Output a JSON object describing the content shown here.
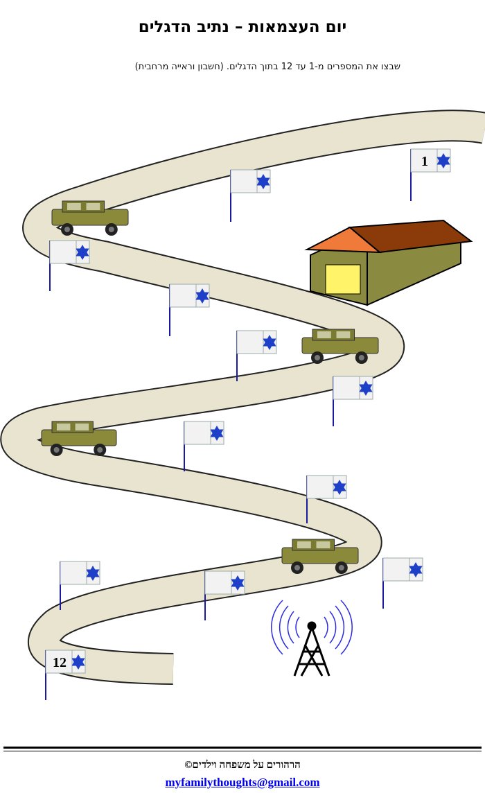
{
  "title": "יום העצמאות – נתיב הדגלים",
  "instructions": "שבצו את המספרים מ-1 עד 12 בתוך הדגלים.  (חשבון וראייה מרחבית)",
  "flags": [
    {
      "label": "1"
    },
    {
      "label": ""
    },
    {
      "label": ""
    },
    {
      "label": ""
    },
    {
      "label": ""
    },
    {
      "label": ""
    },
    {
      "label": ""
    },
    {
      "label": ""
    },
    {
      "label": ""
    },
    {
      "label": ""
    },
    {
      "label": ""
    },
    {
      "label": "12"
    }
  ],
  "footer": {
    "credit": "הרהורים על משפחה וילדים©",
    "email": "myfamilythoughts@gmail.com"
  },
  "colors": {
    "road": "#e8e4d0",
    "vehicle": "#8a8a3a",
    "star": "#1e3fc8",
    "roof": "#8b3a0a",
    "roof_side": "#f07a3a",
    "wall": "#8a8a40",
    "door": "#fff36a",
    "pole": "#1a1aa0"
  }
}
